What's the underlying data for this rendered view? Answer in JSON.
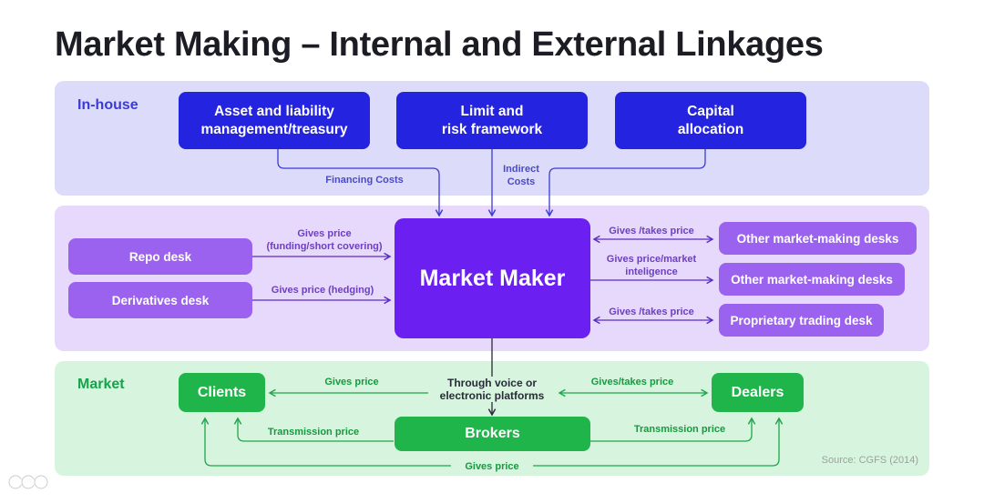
{
  "title": "Market Making – Internal and External Linkages",
  "sections": {
    "inhouse": "In-house",
    "market": "Market"
  },
  "nodes": {
    "treasury": [
      "Asset and liability",
      "management/treasury"
    ],
    "risk": [
      "Limit and",
      "risk framework"
    ],
    "capital": [
      "Capital",
      "allocation"
    ],
    "repo": "Repo desk",
    "derivatives": "Derivatives desk",
    "market_maker": "Market Maker",
    "other_mm_1": "Other market-making desks",
    "other_mm_2": "Other market-making desks",
    "prop": "Proprietary trading desk",
    "clients": "Clients",
    "dealers": "Dealers",
    "brokers": "Brokers"
  },
  "edges": {
    "financing": "Financing Costs",
    "indirect": [
      "Indirect",
      "Costs"
    ],
    "repo": [
      "Gives price",
      "(funding/short covering)"
    ],
    "derivatives": "Gives price (hedging)",
    "other_mm_1": "Gives /takes price",
    "other_mm_2": [
      "Gives price/market",
      "inteligence"
    ],
    "prop": "Gives /takes price",
    "clients": "Gives price",
    "platform": [
      "Through voice or",
      "electronic platforms"
    ],
    "dealers": "Gives/takes price",
    "transmission_left": "Transmission price",
    "transmission_right": "Transmission price",
    "bottom": "Gives price"
  },
  "source": "Source: CGFS (2014)",
  "colors": {
    "inhouse_bg": "#dcdcfa",
    "desks_bg": "#e7d9fb",
    "market_bg": "#d6f4de",
    "blue": "#2323e0",
    "purple": "#9b62f0",
    "market_maker": "#6b1ff0",
    "green": "#1fb54a"
  },
  "watermark_icon": "logo-mark-icon"
}
